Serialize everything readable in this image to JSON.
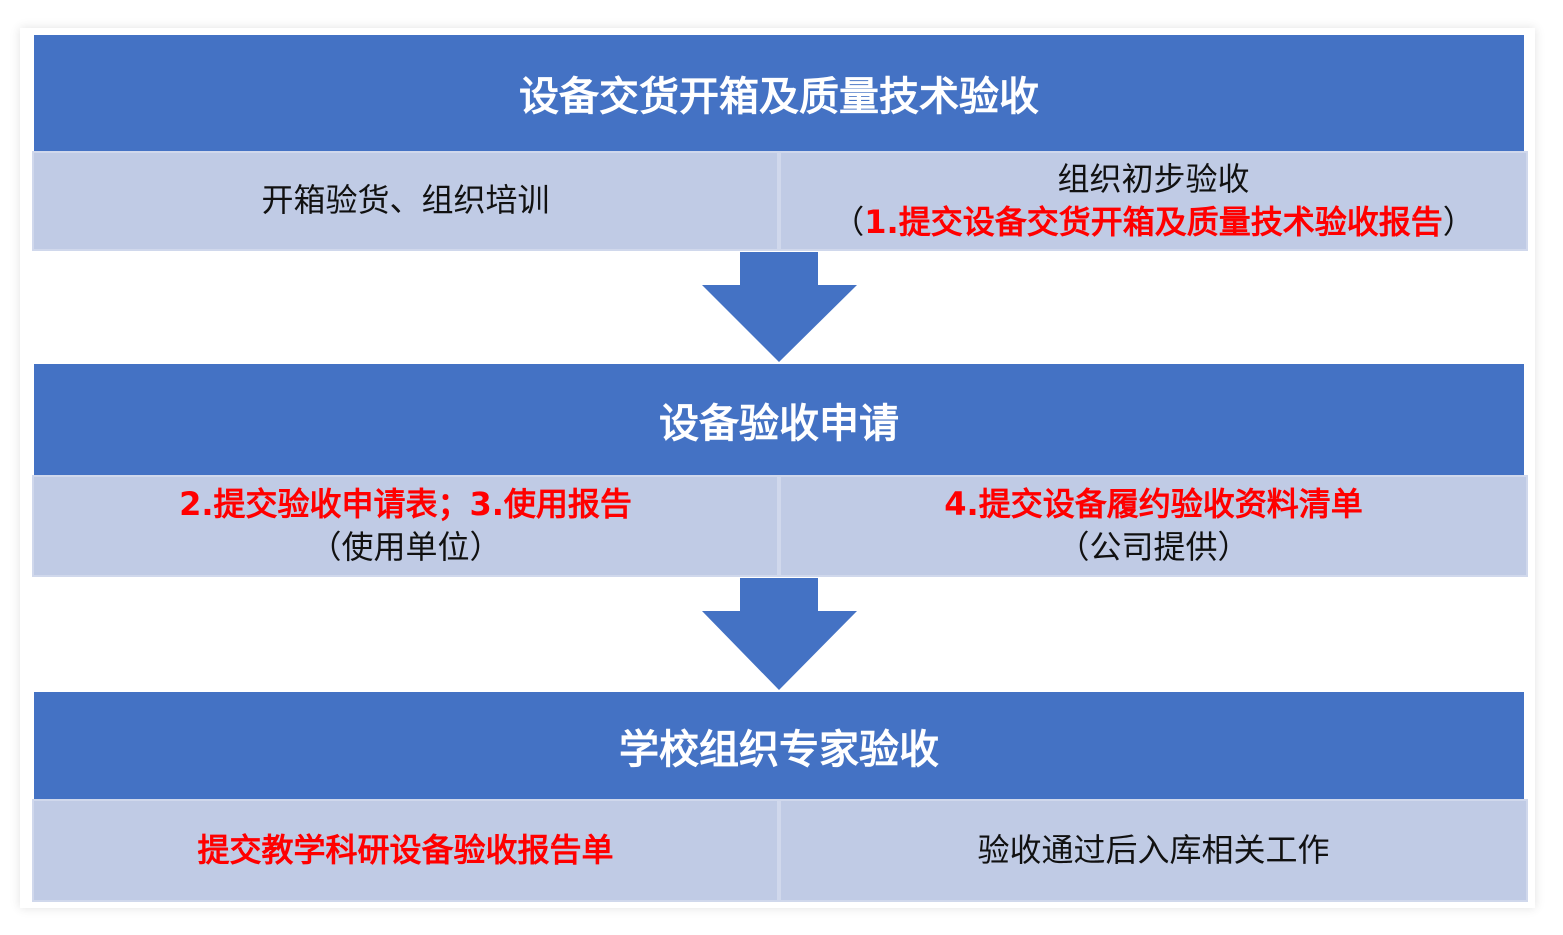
{
  "stages": [
    {
      "title": "设备交货开箱及质量技术验收",
      "left": {
        "line1": "开箱验货、组织培训"
      },
      "right": {
        "line1": "组织初步验收",
        "paren_open": "（",
        "red": "1.提交设备交货开箱及质量技术验收报告",
        "paren_close": "）"
      }
    },
    {
      "title": "设备验收申请",
      "left": {
        "red": "2.提交验收申请表；3.使用报告",
        "line2": "（使用单位）"
      },
      "right": {
        "red": "4.提交设备履约验收资料清单",
        "line2": "（公司提供）"
      }
    },
    {
      "title": "学校组织专家验收",
      "left": {
        "red": "提交教学科研设备验收报告单"
      },
      "right": {
        "line1": "验收通过后入库相关工作"
      }
    }
  ],
  "colors": {
    "banner": "#4472c4",
    "cell": "#c0cbe5",
    "highlight": "#ff0000"
  }
}
